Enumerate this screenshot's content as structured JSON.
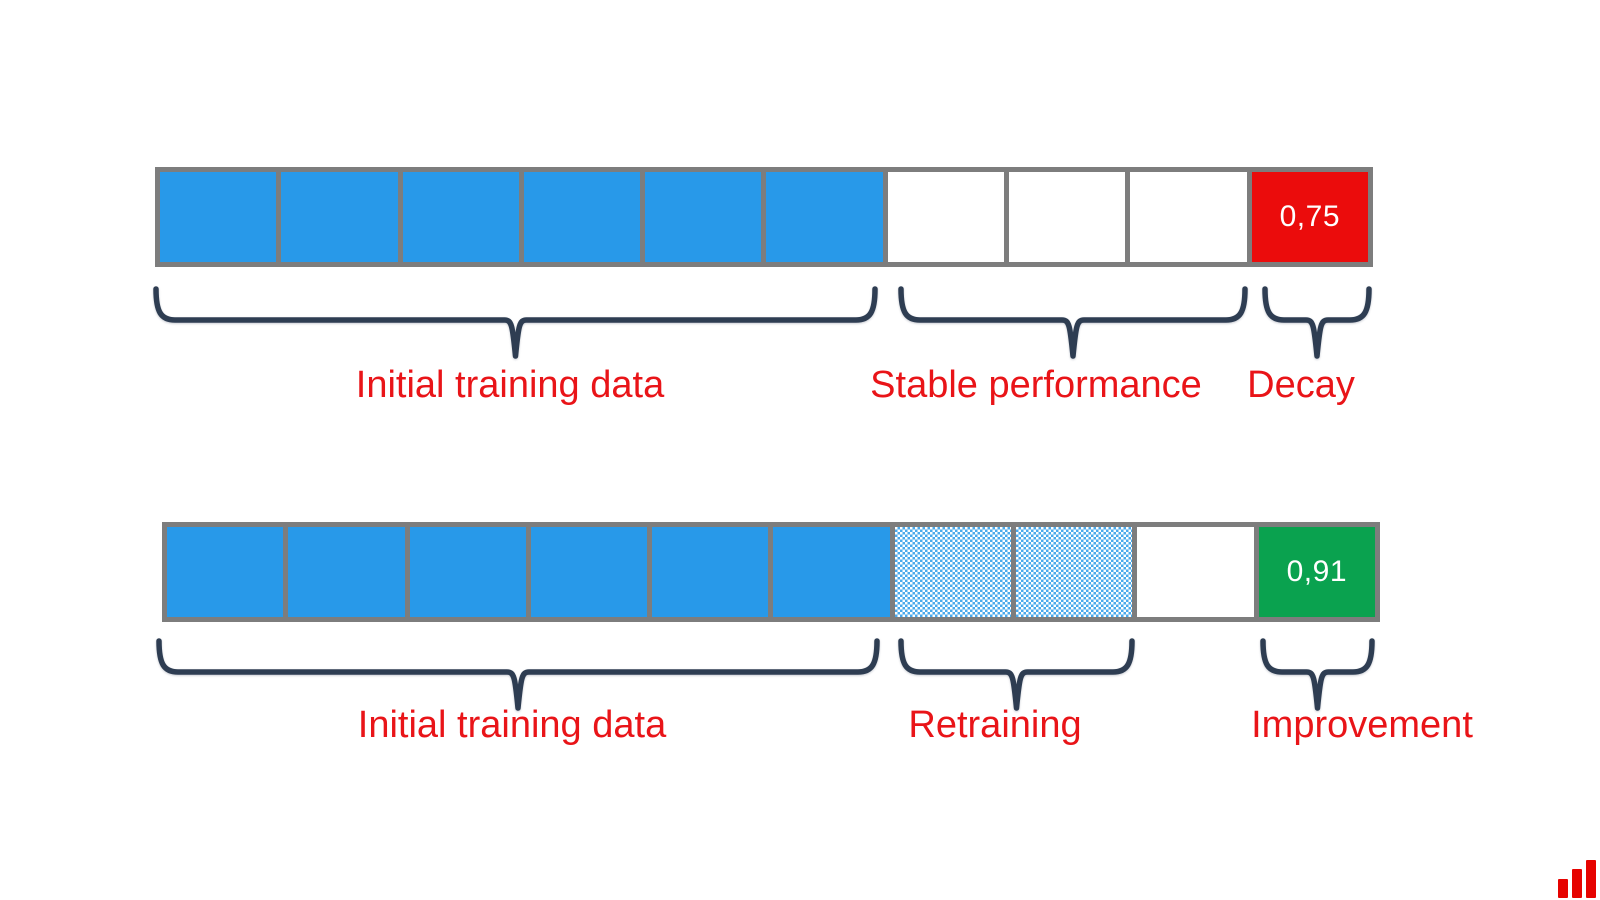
{
  "colors": {
    "filled_blue": "#2899e9",
    "retrain_pattern_blue": "#4aa9eb",
    "empty_white": "#ffffff",
    "decay_red": "#eb0c0c",
    "improvement_green": "#0aa24f",
    "grid_gray": "#7d7d7d",
    "brace_navy": "#2e3d52",
    "label_red": "#e91418",
    "logo_red": "#e60300"
  },
  "rows": [
    {
      "id": "model-decay",
      "cells": [
        {
          "state": "filled"
        },
        {
          "state": "filled"
        },
        {
          "state": "filled"
        },
        {
          "state": "filled"
        },
        {
          "state": "filled"
        },
        {
          "state": "filled"
        },
        {
          "state": "empty"
        },
        {
          "state": "empty"
        },
        {
          "state": "empty"
        },
        {
          "state": "score",
          "value": "0,75",
          "color": "#eb0c0c"
        }
      ],
      "groups": [
        {
          "label": "Initial training data",
          "cells": "1-6"
        },
        {
          "label": "Stable performance",
          "cells": "7-9"
        },
        {
          "label": "Decay",
          "cells": "10"
        }
      ]
    },
    {
      "id": "model-retraining",
      "cells": [
        {
          "state": "filled"
        },
        {
          "state": "filled"
        },
        {
          "state": "filled"
        },
        {
          "state": "filled"
        },
        {
          "state": "filled"
        },
        {
          "state": "filled"
        },
        {
          "state": "retrain"
        },
        {
          "state": "retrain"
        },
        {
          "state": "empty"
        },
        {
          "state": "score",
          "value": "0,91",
          "color": "#0aa24f"
        }
      ],
      "groups": [
        {
          "label": "Initial training data",
          "cells": "1-6"
        },
        {
          "label": "Retraining",
          "cells": "7-8"
        },
        {
          "label": "Improvement",
          "cells": "10"
        }
      ]
    }
  ],
  "logo": {
    "name": "ascending-bar-chart-logo",
    "bar_count": 3
  }
}
